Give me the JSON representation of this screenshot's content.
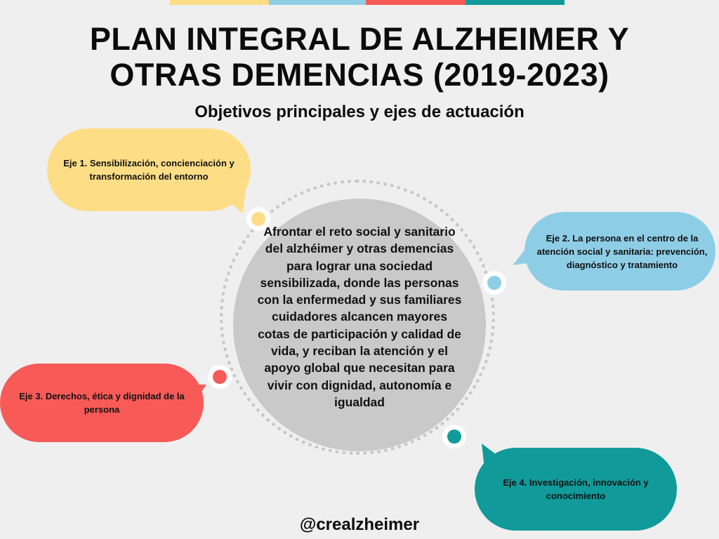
{
  "title_line1": "PLAN INTEGRAL DE ALZHEIMER Y",
  "title_line2": "OTRAS DEMENCIAS (2019-2023)",
  "subtitle": "Objetivos principales y ejes de actuación",
  "center_text": "Afrontar el reto social y sanitario del alzhéimer y otras demencias para lograr una sociedad sensibilizada, donde las personas con la enfermedad y sus familiares cuidadores alcancen mayores cotas de participación y calidad de vida, y reciban la atención y el apoyo global que necesitan para vivir con dignidad, autonomía e igualdad",
  "axes": [
    {
      "label": "Eje 1. Sensibilización, concienciación y transformación del entorno",
      "color": "#fddd86"
    },
    {
      "label": "Eje 2. La persona en el centro de la atención social y sanitaria: prevención, diagnóstico y tratamiento",
      "color": "#8ecde6"
    },
    {
      "label": "Eje 3. Derechos, ética y dignidad de la persona",
      "color": "#f85a58"
    },
    {
      "label": "Eje 4. Investigación, innovación y conocimiento",
      "color": "#119a9a"
    }
  ],
  "handle": "@crealzheimer"
}
